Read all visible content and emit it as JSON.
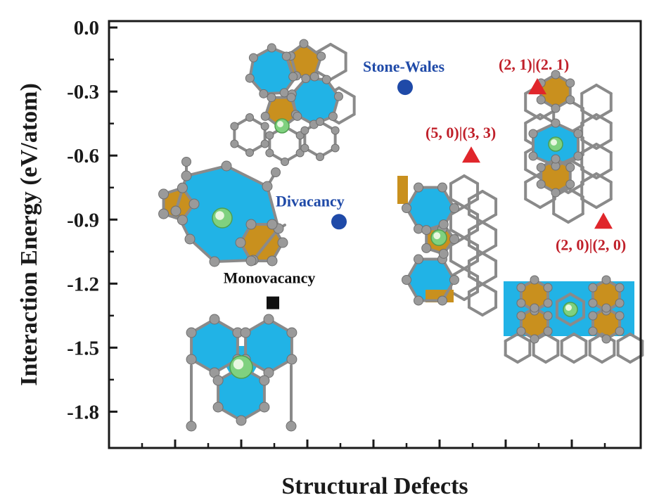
{
  "chart_data": {
    "type": "scatter",
    "xlabel": "Structural Defects",
    "ylabel": "Interaction Energy (eV/atom)",
    "ylim": [
      -1.97,
      0.03
    ],
    "xlim": [
      0,
      8
    ],
    "yticks": [
      0.0,
      -0.3,
      -0.6,
      -0.9,
      -1.2,
      -1.5,
      -1.8
    ],
    "ytick_labels": [
      "0.0",
      "-0.3",
      "-0.6",
      "-0.9",
      "-1.2",
      "-1.5",
      "-1.8"
    ],
    "grid": false,
    "points": [
      {
        "label": "Monovacancy",
        "x": 2.0,
        "y": -1.29,
        "marker": "square",
        "color": "#111111",
        "label_color": "#111111"
      },
      {
        "label": "Divacancy",
        "x": 3.0,
        "y": -0.91,
        "marker": "circle",
        "color": "#1f4aa8",
        "label_color": "#1f4aa8"
      },
      {
        "label": "Stone-Wales",
        "x": 4.0,
        "y": -0.28,
        "marker": "circle",
        "color": "#1f4aa8",
        "label_color": "#1f4aa8"
      },
      {
        "label": "(5, 0)|(3, 3)",
        "x": 5.0,
        "y": -0.6,
        "marker": "triangle",
        "color": "#e0262b",
        "label_color": "#c0202a"
      },
      {
        "label": "(2, 1)|(2. 1)",
        "x": 6.0,
        "y": -0.28,
        "marker": "triangle",
        "color": "#e0262b",
        "label_color": "#c0202a"
      },
      {
        "label": "(2, 0)|(2, 0)",
        "x": 7.0,
        "y": -0.91,
        "marker": "triangle",
        "color": "#e0262b",
        "label_color": "#c0202a"
      }
    ],
    "insets": [
      {
        "name": "stone-wales-structure",
        "depicts": "Stone-Wales defect"
      },
      {
        "name": "divacancy-structure",
        "depicts": "divacancy defect"
      },
      {
        "name": "monovacancy-structure",
        "depicts": "monovacancy defect"
      },
      {
        "name": "5-0-3-3-structure",
        "depicts": "(5, 0)|(3, 3) defect"
      },
      {
        "name": "2-1-2-1-structure",
        "depicts": "(2, 1)|(2. 1) defect"
      },
      {
        "name": "2-0-2-0-structure",
        "depicts": "(2, 0)|(2, 0) defect"
      }
    ],
    "colors": {
      "carbon_atom": "#9a9a9a",
      "dopant_atom": "#7fd17f",
      "hexagon_fill": "#21b3e6",
      "pentagon_fill": "#c9901e",
      "bond": "#8a8a8a"
    }
  }
}
